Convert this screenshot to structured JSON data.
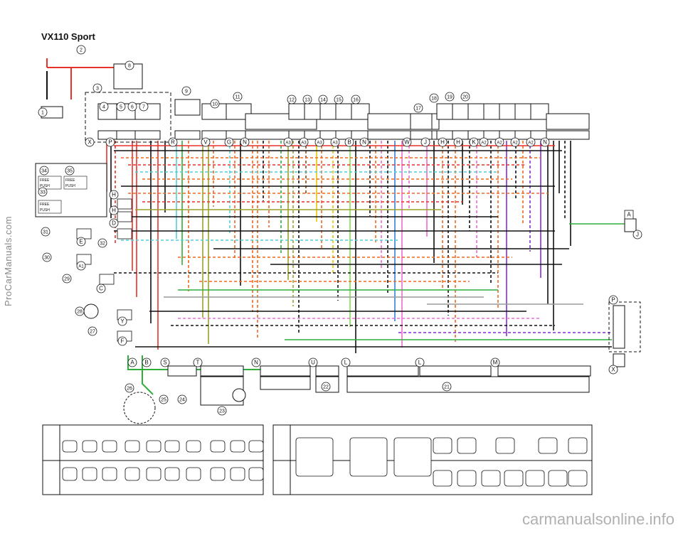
{
  "title": "VX110 Sport",
  "watermark_side": "ProCarManuals.com",
  "watermark_bottom": "carmanualsonline.info",
  "colors": {
    "red": "#e8322a",
    "black": "#111111",
    "green": "#2fae3a",
    "yellow": "#e5c600",
    "blue": "#3a7de0",
    "skyblue": "#4fd0d8",
    "brown": "#8a4b12",
    "orange": "#f0681f",
    "pink": "#f06bd0",
    "purple": "#8a2bd0",
    "gray": "#9a9a9a",
    "olive": "#9aa02a",
    "lightgreen": "#7ee04a"
  },
  "component_numbers": [
    "1",
    "2",
    "3",
    "4",
    "5",
    "6",
    "7",
    "8",
    "9",
    "10",
    "11",
    "12",
    "13",
    "14",
    "15",
    "16",
    "17",
    "18",
    "19",
    "20",
    "21",
    "22",
    "23",
    "24",
    "25",
    "26",
    "27",
    "28",
    "29",
    "30",
    "31",
    "32",
    "33",
    "34",
    "35"
  ],
  "connector_letters_top": [
    "X",
    "P",
    "R",
    "V",
    "G",
    "N",
    "A3",
    "A3",
    "A3",
    "A3",
    "B",
    "N",
    "W",
    "J",
    "H",
    "H",
    "K",
    "A2",
    "A2",
    "A2",
    "A2",
    "N"
  ],
  "connector_letters_left": [
    "H",
    "H",
    "D",
    "E",
    "A1",
    "C",
    "Y",
    "F"
  ],
  "connector_letters_bottom": [
    "A",
    "B",
    "S",
    "T",
    "N",
    "U",
    "L",
    "L",
    "M"
  ],
  "connector_letters_right": [
    "A",
    "J",
    "P",
    "X"
  ],
  "panel_labels": [
    "FREE",
    "PUSH",
    "FREE",
    "PUSH",
    "FREE",
    "PUSH"
  ],
  "legend_letters": [
    "A",
    "B",
    "C",
    "D",
    "E",
    "F",
    "G",
    "H",
    "J",
    "K",
    "L",
    "M",
    "N",
    "P",
    "R",
    "S",
    "T",
    "U",
    "V",
    "W",
    "X",
    "Y",
    "A1",
    "A2",
    "A3"
  ]
}
